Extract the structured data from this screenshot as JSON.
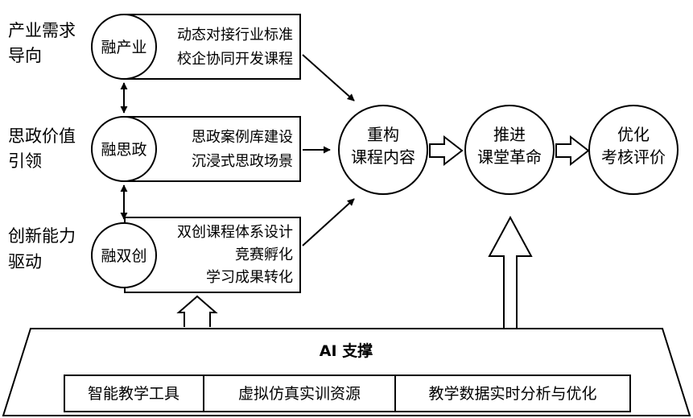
{
  "left_labels": [
    {
      "line1": "产业需求",
      "line2": "导向"
    },
    {
      "line1": "思政价值",
      "line2": "引领"
    },
    {
      "line1": "创新能力",
      "line2": "驱动"
    }
  ],
  "modules": [
    {
      "circle": "融产业",
      "lines": [
        "动态对接行业标准",
        "校企协同开发课程"
      ]
    },
    {
      "circle": "融思政",
      "lines": [
        "思政案例库建设",
        "沉浸式思政场景"
      ]
    },
    {
      "circle": "融双创",
      "lines": [
        "双创课程体系设计",
        "竞赛孵化",
        "学习成果转化"
      ]
    }
  ],
  "stages": [
    {
      "line1": "重构",
      "line2": "课程内容"
    },
    {
      "line1": "推进",
      "line2": "课堂革命"
    },
    {
      "line1": "优化",
      "line2": "考核评价"
    }
  ],
  "ai_support": {
    "title": "AI 支撑",
    "cells": [
      "智能教学工具",
      "虚拟仿真实训资源",
      "教学数据实时分析与优化"
    ]
  }
}
